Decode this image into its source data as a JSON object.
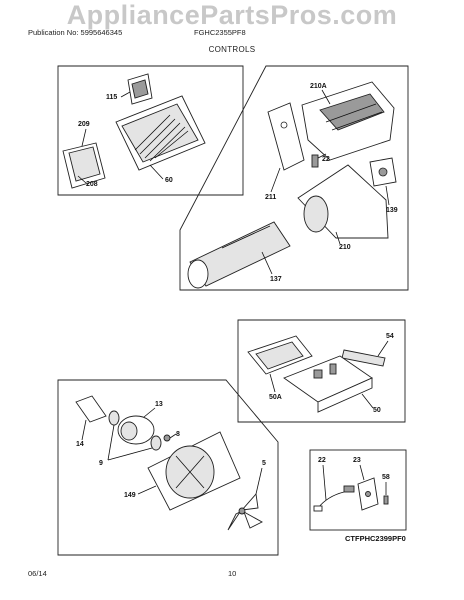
{
  "watermark": "AppliancePartsPros.com",
  "header": {
    "publication": "Publication No: 5995646345",
    "model": "FGHC2355PF8"
  },
  "section_title": "CONTROLS",
  "callouts": {
    "c115": "115",
    "c209": "209",
    "c60": "60",
    "c208": "208",
    "c210A": "210A",
    "c22a": "22",
    "c211": "211",
    "c139": "139",
    "c210": "210",
    "c137": "137",
    "c54": "54",
    "c50A": "50A",
    "c50": "50",
    "c13": "13",
    "c8": "8",
    "c14": "14",
    "c9": "9",
    "c5": "5",
    "c149": "149",
    "c22b": "22",
    "c23": "23",
    "c58": "58"
  },
  "figure_code": "CTFPHC2399PF0",
  "footer": {
    "date": "06/14",
    "page": "10"
  }
}
